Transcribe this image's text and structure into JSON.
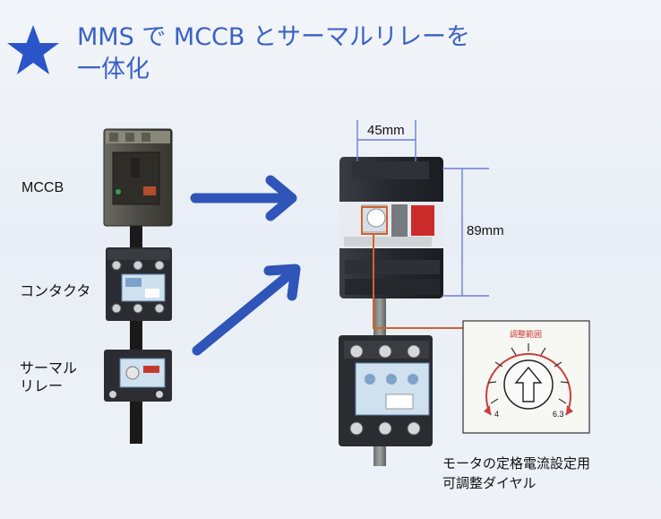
{
  "title": {
    "line1": "MMS で MCCB とサーマルリレーを",
    "line2": "一体化"
  },
  "left_labels": {
    "mccb": "MCCB",
    "contactor": "コンタクタ",
    "thermal_line1": "サーマル",
    "thermal_line2": "リレー"
  },
  "dimensions": {
    "width": "45mm",
    "height": "89mm"
  },
  "dial": {
    "title": "調整範囲",
    "min": "4",
    "max": "6.3"
  },
  "note": {
    "line1": "モータの定格電流設定用",
    "line2": "可調整ダイヤル"
  },
  "colors": {
    "title": "#3a62c4",
    "arrow": "#2f55b8",
    "star": "#2a55c9",
    "leader": "#d2622a",
    "dial_red": "#c8403a"
  }
}
